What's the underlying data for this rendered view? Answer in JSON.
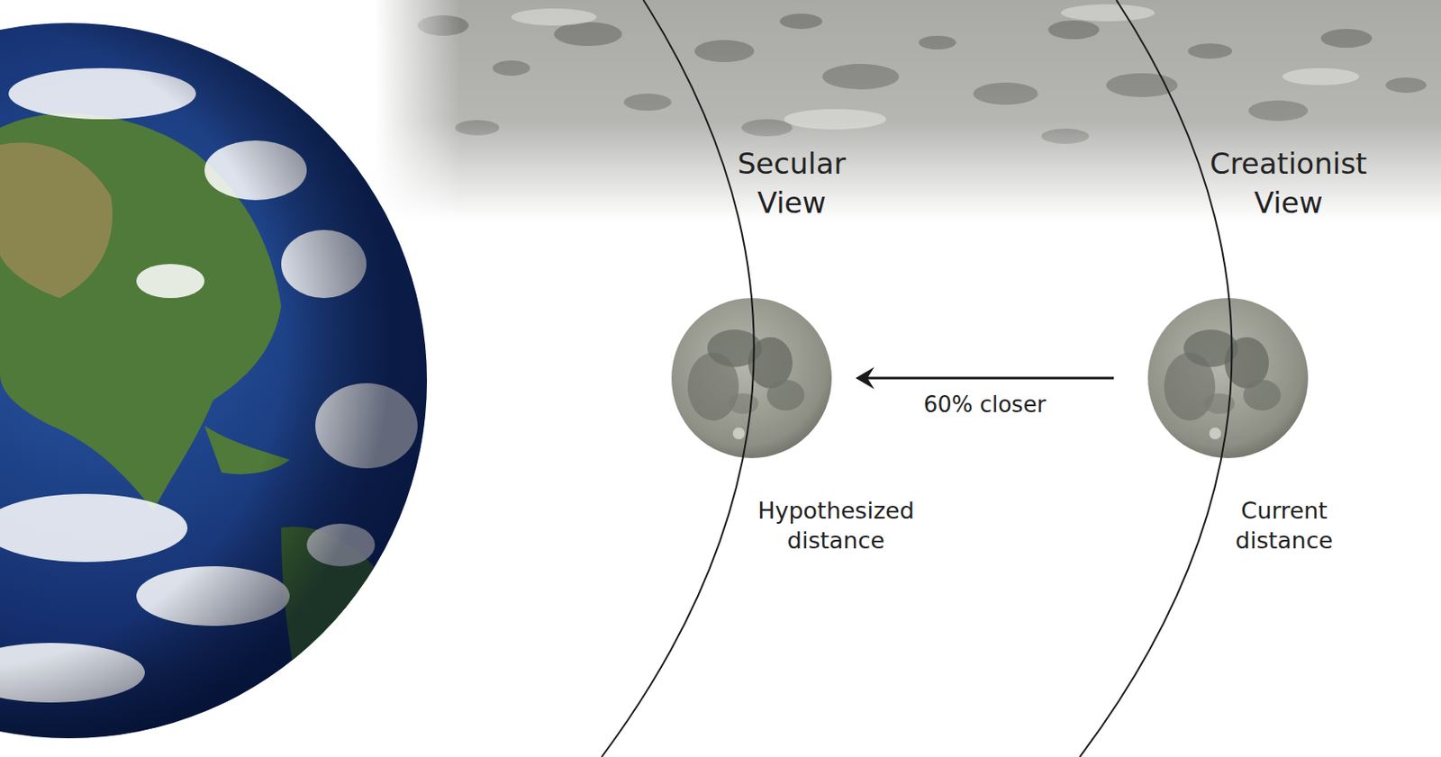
{
  "diagram": {
    "nodes": [
      {
        "text": [
          "Hypothesized distance"
        ]
      },
      {
        "text": [
          "Current distance"
        ]
      }
    ],
    "edges": [
      {
        "from": 1,
        "to": 0,
        "label": "60% closer",
        "arrow": "to"
      }
    ],
    "labels": [
      "Secular View",
      "Creationist View"
    ]
  }
}
